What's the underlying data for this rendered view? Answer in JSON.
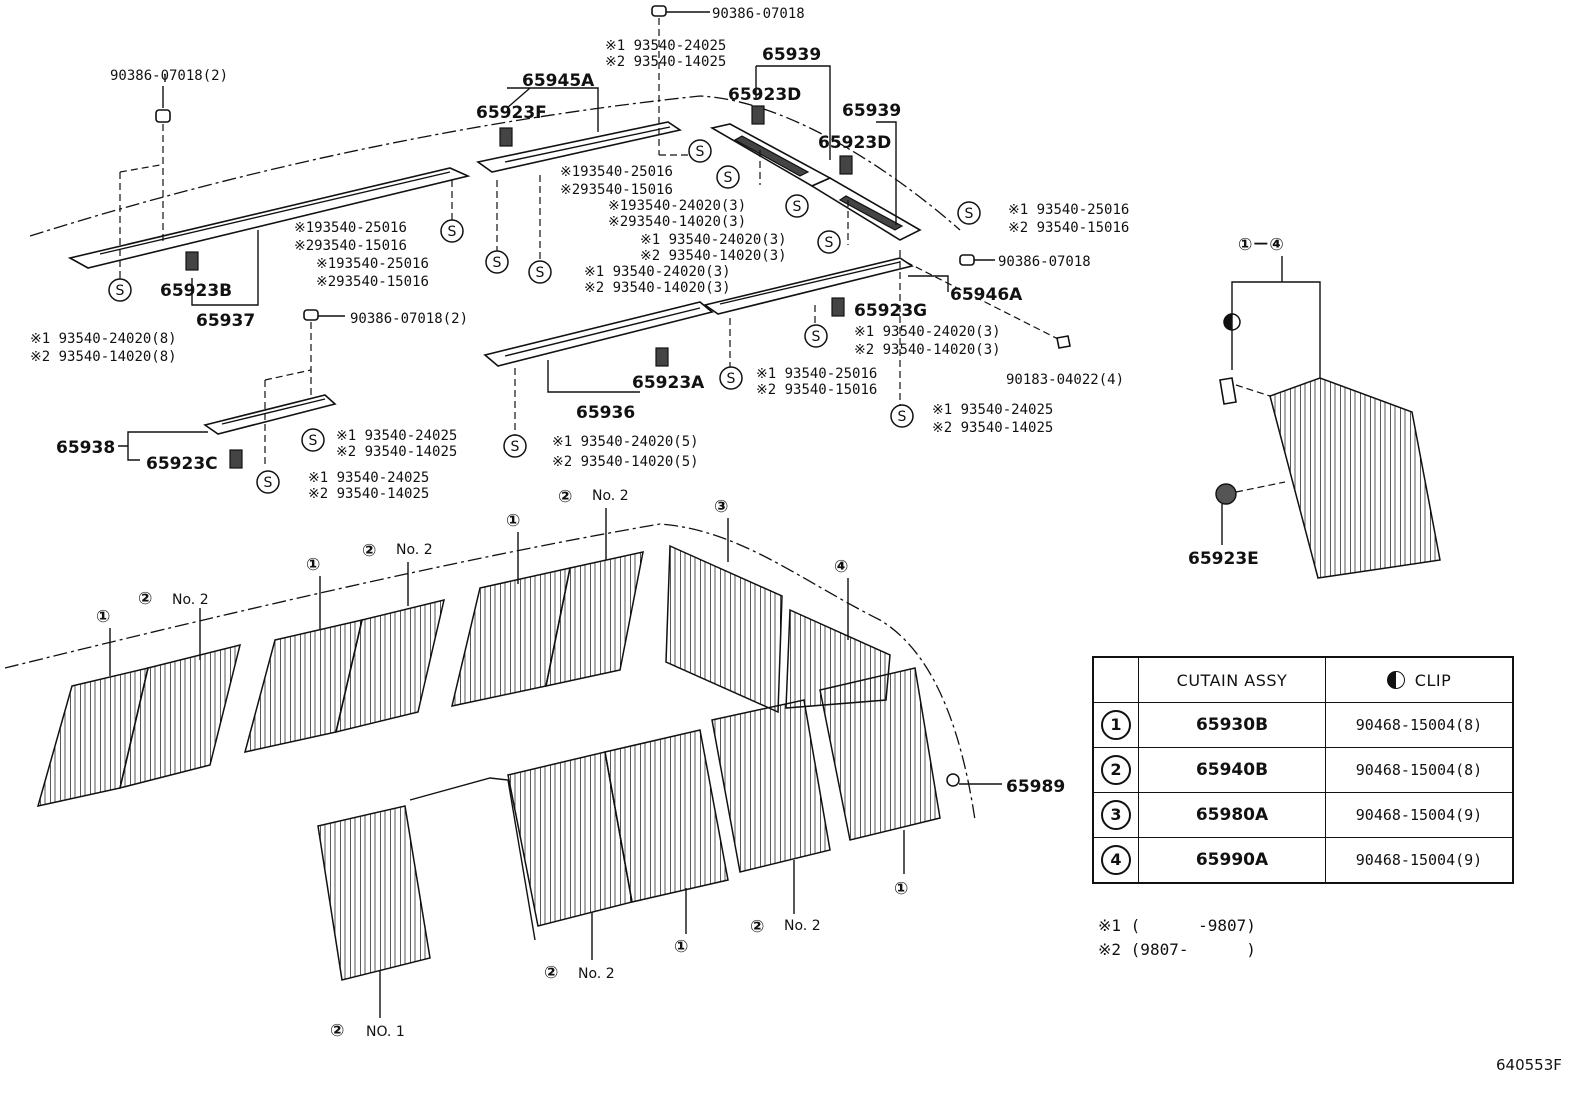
{
  "top_labels": {
    "clip_top": "90386-07018",
    "clip_left": "90386-07018(2)",
    "clip_mid": "90386-07018(2)",
    "clip_right": "90386-07018",
    "screw_small": "90183-04022(4)"
  },
  "part_labels": {
    "p65945A": "65945A",
    "p65923F": "65923F",
    "p65939a": "65939",
    "p65923Da": "65923D",
    "p65939b": "65939",
    "p65923Db": "65923D",
    "p65923B": "65923B",
    "p65937": "65937",
    "p65946A": "65946A",
    "p65923G": "65923G",
    "p65923A": "65923A",
    "p65936": "65936",
    "p65938": "65938",
    "p65923C": "65923C",
    "p65923E": "65923E",
    "p65989": "65989"
  },
  "screw_labels": [
    {
      "m1": "※1  93540-24025",
      "m2": "※2  93540-14025"
    },
    {
      "m1": "※193540-25016",
      "m2": "※293540-15016"
    },
    {
      "m1": "※193540-24020(3)",
      "m2": "※293540-14020(3)"
    },
    {
      "m1": "※1 93540-24020(3)",
      "m2": "※2 93540-14020(3)"
    },
    {
      "m1": "※1  93540-25016",
      "m2": "※2  93540-15016"
    },
    {
      "m1": "※193540-25016",
      "m2": "※293540-15016"
    },
    {
      "m1": "※193540-25016",
      "m2": "※293540-15016"
    },
    {
      "m1": "※1 93540-24020(3)",
      "m2": "※2 93540-14020(3)"
    },
    {
      "m1": "※1 93540-24020(8)",
      "m2": "※2 93540-14020(8)"
    },
    {
      "m1": "※1 93540-24020(3)",
      "m2": "※2 93540-14020(3)"
    },
    {
      "m1": "※1  93540-25016",
      "m2": "※2  93540-15016"
    },
    {
      "m1": "※1  93540-24025",
      "m2": "※2  93540-14025"
    },
    {
      "m1": "※1 93540-24025",
      "m2": "※2 93540-14025"
    },
    {
      "m1": "※1  93540-24020(5)",
      "m2": "※2  93540-14020(5)"
    },
    {
      "m1": "※1 93540-24025",
      "m2": "※2 93540-14025"
    }
  ],
  "screw_symbol": "S",
  "curtain_callouts": {
    "range": "①－④",
    "n1": "①",
    "n2": "②",
    "n3": "③",
    "n4": "④",
    "no2": "No. 2",
    "no1": "NO. 1"
  },
  "table": {
    "header_assy": "CUTAIN ASSY",
    "header_clip": "CLIP",
    "rows": [
      {
        "num": "1",
        "assy": "65930B",
        "clip": "90468-15004(8)"
      },
      {
        "num": "2",
        "assy": "65940B",
        "clip": "90468-15004(8)"
      },
      {
        "num": "3",
        "assy": "65980A",
        "clip": "90468-15004(9)"
      },
      {
        "num": "4",
        "assy": "65990A",
        "clip": "90468-15004(9)"
      }
    ]
  },
  "notes": {
    "n1": "※1 (      -9807)",
    "n2": "※2 (9807-      )"
  },
  "reference": "640553F"
}
